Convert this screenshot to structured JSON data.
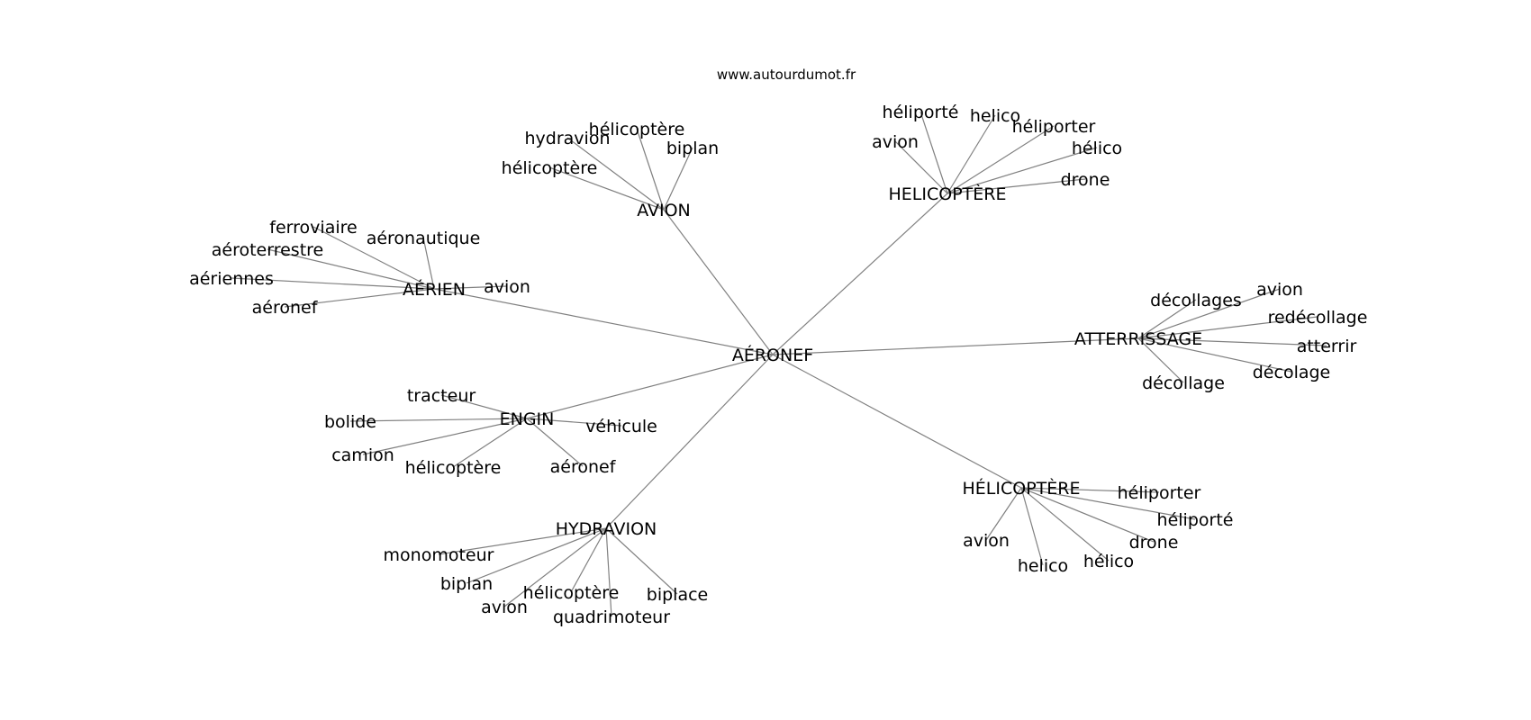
{
  "site": "www.autourdumot.fr",
  "center": "AÉRONEF",
  "clusters": [
    {
      "id": "avion",
      "label": "AVION",
      "words": [
        "hydravion",
        "hélicoptère",
        "biplan",
        "hélicoptère"
      ]
    },
    {
      "id": "helicoptere-plain",
      "label": "HELICOPTÈRE",
      "words": [
        "héliporté",
        "helico",
        "héliporter",
        "avion",
        "hélico",
        "drone"
      ]
    },
    {
      "id": "aerien",
      "label": "AÉRIEN",
      "words": [
        "ferroviaire",
        "aéronautique",
        "aéroterrestre",
        "aériennes",
        "avion",
        "aéronef"
      ]
    },
    {
      "id": "atterrissage",
      "label": "ATTERRISSAGE",
      "words": [
        "décollages",
        "avion",
        "redécollage",
        "atterrir",
        "décolage",
        "décollage"
      ]
    },
    {
      "id": "engin",
      "label": "ENGIN",
      "words": [
        "tracteur",
        "bolide",
        "véhicule",
        "camion",
        "hélicoptère",
        "aéronef"
      ]
    },
    {
      "id": "helicoptere-accent",
      "label": "HÉLICOPTÈRE",
      "words": [
        "héliporter",
        "héliporté",
        "avion",
        "drone",
        "helico",
        "hélico"
      ]
    },
    {
      "id": "hydravion",
      "label": "HYDRAVION",
      "words": [
        "monomoteur",
        "biplan",
        "hélicoptère",
        "biplace",
        "avion",
        "quadrimoteur"
      ]
    }
  ]
}
